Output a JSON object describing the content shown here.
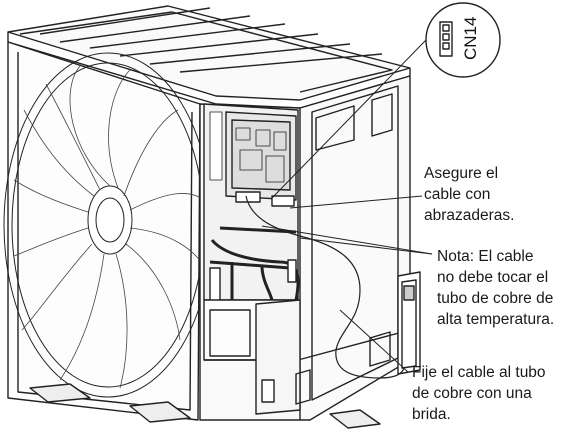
{
  "connector_label": "CN14",
  "callouts": {
    "secure_cable": "Asegure el\ncable con\nabrazaderas.",
    "note": "Nota: El cable\nno debe tocar el\ntubo de cobre de\nalta temperatura.",
    "fix_cable": "Fije el cable al tubo\nde cobre con una\nbrida."
  }
}
